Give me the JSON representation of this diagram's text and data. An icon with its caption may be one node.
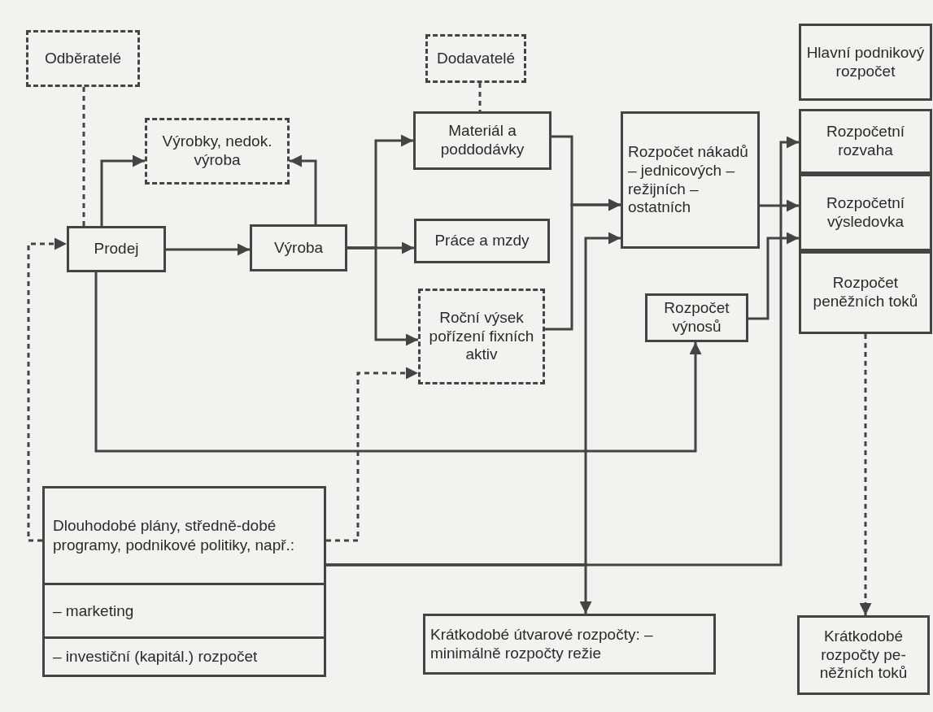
{
  "diagram": {
    "nodes": [
      {
        "text": [
          "Odběratelé"
        ]
      },
      {
        "text": [
          "Dodavatelé"
        ]
      },
      {
        "text": [
          "Hlavní podnikový rozpočet"
        ]
      },
      {
        "text": [
          "Výrobky, nedok. výroba"
        ]
      },
      {
        "text": [
          "Materiál a poddodávky"
        ]
      },
      {
        "text": [
          "Rozpočet nákadů – jednicových – režijních – ostatních"
        ]
      },
      {
        "text": [
          "Rozpočetní rozvaha"
        ]
      },
      {
        "text": [
          "Prodej"
        ]
      },
      {
        "text": [
          "Výroba"
        ]
      },
      {
        "text": [
          "Práce a mzdy"
        ]
      },
      {
        "text": [
          "Rozpočetní výsledovka"
        ]
      },
      {
        "text": [
          "Rozpočet peněžních toků"
        ]
      },
      {
        "text": [
          "Roční výsek pořízení fixních aktiv"
        ]
      },
      {
        "text": [
          "Rozpočet výnosů"
        ]
      },
      {
        "text": [
          "Dlouhodobé plány, středně-dobé programy, podnikové politiky, např.:",
          "– marketing",
          "– investiční (kapitál.) rozpočet"
        ]
      },
      {
        "text": [
          "Krátkodobé útvarové rozpočty: – minimálně rozpočty režie"
        ]
      },
      {
        "text": [
          "Krátkodobé rozpočty pe-něžních toků"
        ]
      }
    ],
    "edges": [
      {
        "from": 0,
        "to": 7,
        "arrow": "none",
        "style": "dashed"
      },
      {
        "from": 1,
        "to": 4,
        "arrow": "none",
        "style": "dashed"
      },
      {
        "from": 7,
        "to": 3,
        "arrow": "to"
      },
      {
        "from": 8,
        "to": 3,
        "arrow": "to"
      },
      {
        "from": 7,
        "to": 8,
        "arrow": "to"
      },
      {
        "from": 8,
        "to": 4,
        "arrow": "to"
      },
      {
        "from": 8,
        "to": 9,
        "arrow": "to"
      },
      {
        "from": 8,
        "to": 12,
        "arrow": "to"
      },
      {
        "from": 4,
        "to": 5,
        "arrow": "to"
      },
      {
        "from": 12,
        "to": 5,
        "arrow": "to"
      },
      {
        "from": 14,
        "to": 5,
        "arrow": "to"
      },
      {
        "from": 5,
        "to": 10,
        "arrow": "to"
      },
      {
        "from": 13,
        "to": 10,
        "arrow": "to"
      },
      {
        "from": 14,
        "to": 6,
        "arrow": "to"
      },
      {
        "from": 14,
        "to": 15,
        "arrow": "to"
      },
      {
        "from": 7,
        "to": 13,
        "arrow": "to"
      },
      {
        "from": 14,
        "to": 12,
        "arrow": "to",
        "style": "dashed"
      },
      {
        "from": 14,
        "to": 7,
        "arrow": "to",
        "style": "dashed"
      },
      {
        "from": 11,
        "to": 16,
        "arrow": "to",
        "style": "dashed"
      }
    ]
  }
}
